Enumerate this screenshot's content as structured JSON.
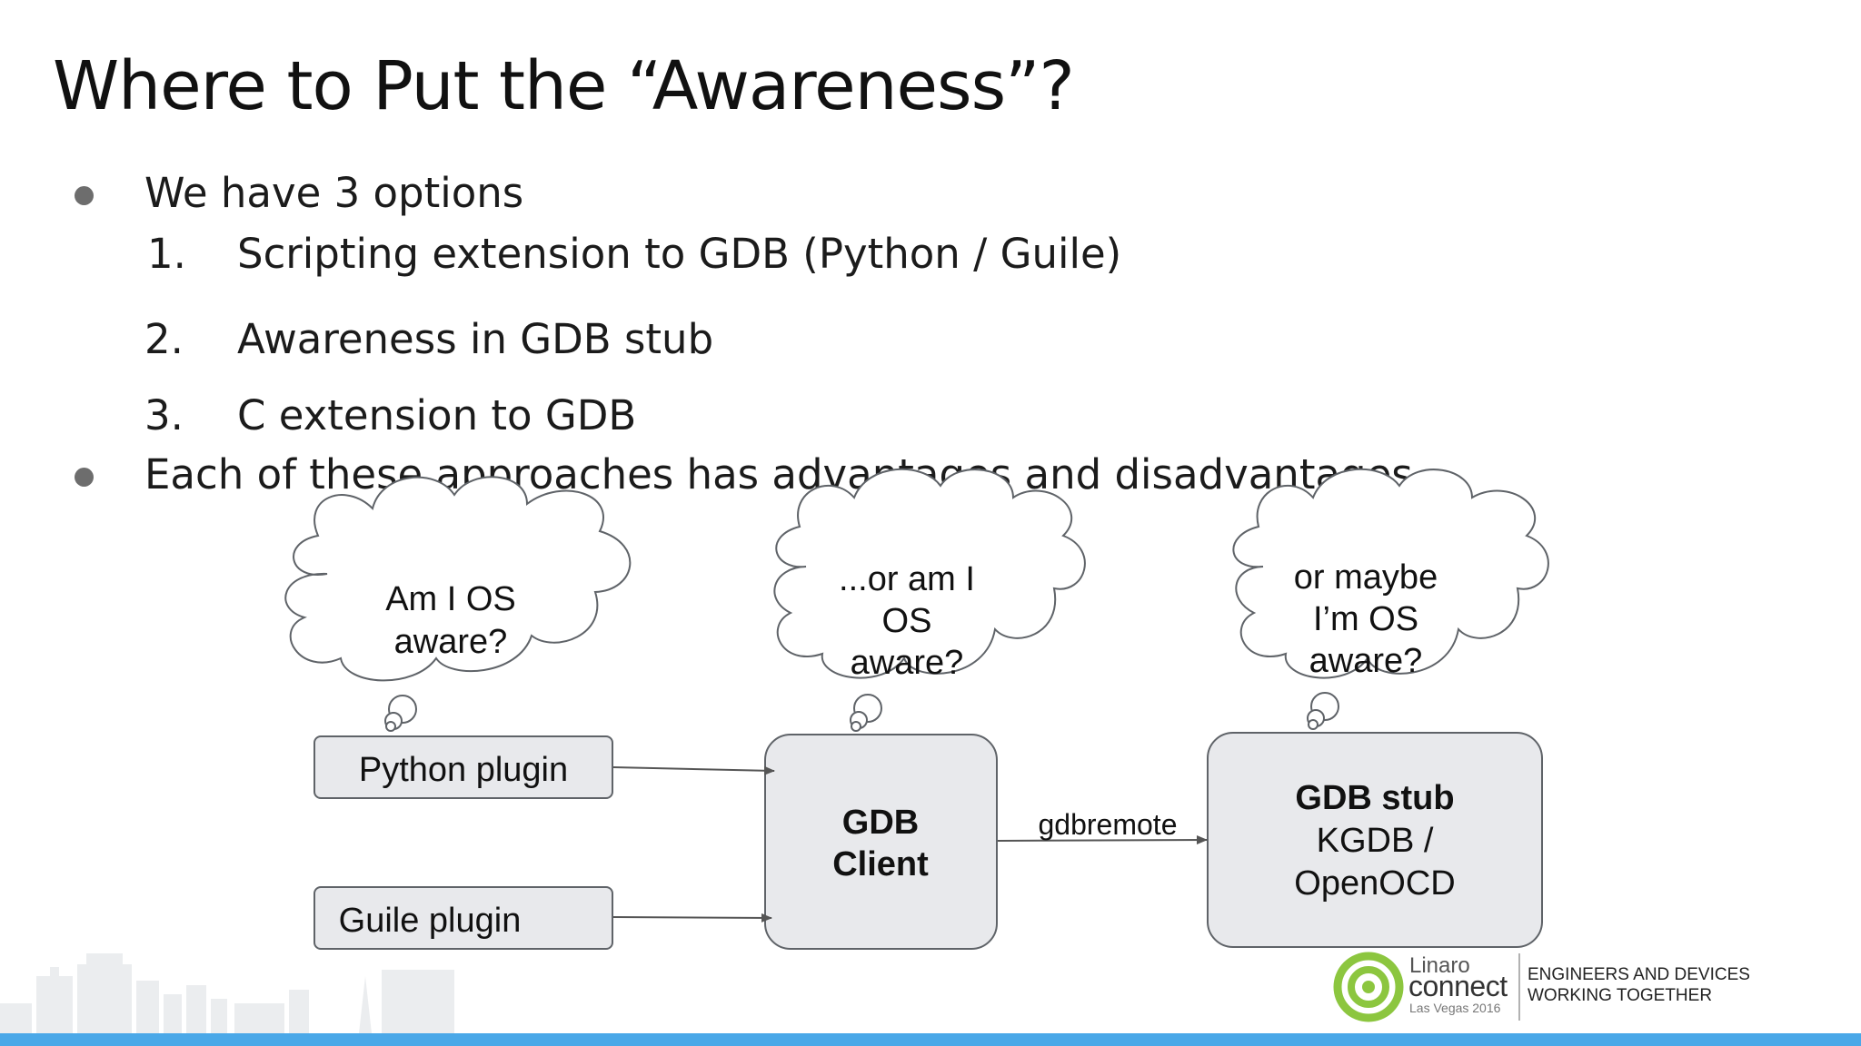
{
  "slide": {
    "title": "Where to Put the “Awareness”?",
    "bullets": {
      "b1": "We have 3 options",
      "opt1_num": "1.",
      "opt1": "Scripting extension to GDB (Python / Guile)",
      "opt2_num": "2.",
      "opt2": "Awareness in GDB stub",
      "opt3_num": "3.",
      "opt3": "C extension to GDB",
      "b2": "Each of these approaches has advantages and disadvantages"
    }
  },
  "diagram": {
    "cloud1": [
      "Am I OS",
      "aware?"
    ],
    "cloud2": [
      "...or am I",
      "OS",
      "aware?"
    ],
    "cloud3": [
      "or maybe",
      "I’m OS",
      "aware?"
    ],
    "python_plugin": "Python plugin",
    "guile_plugin": "Guile plugin",
    "gdb_client": [
      "GDB",
      "Client"
    ],
    "edge_label": "gdbremote",
    "gdb_stub": [
      "GDB stub",
      "KGDB /",
      "OpenOCD"
    ]
  },
  "footer": {
    "logo_top": "Linaro",
    "logo_main": "connect",
    "logo_sub": "Las Vegas 2016",
    "tagline1": "ENGINEERS AND DEVICES",
    "tagline2": "WORKING TOGETHER"
  },
  "colors": {
    "box_fill": "#e8e9ec",
    "box_stroke": "#5f6368",
    "accent_bar": "#4aa8e8",
    "logo_green": "#8cc63f"
  }
}
